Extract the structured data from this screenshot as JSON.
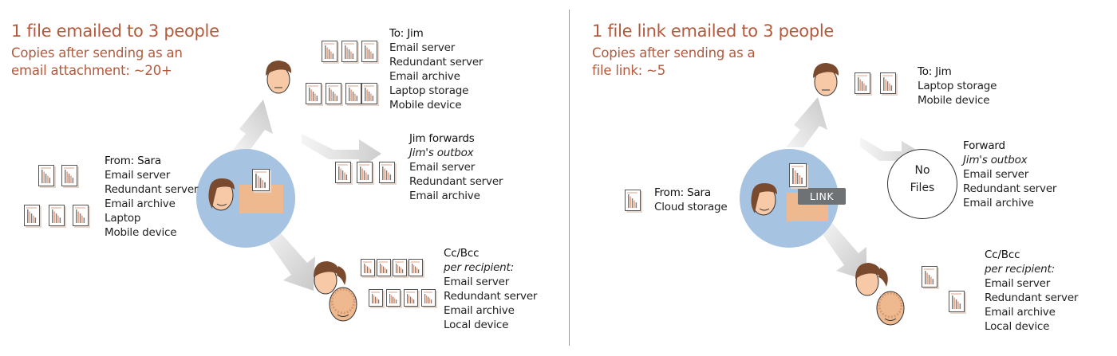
{
  "left": {
    "title": "1 file emailed to 3 people",
    "subtitle_line1": "Copies after sending as an",
    "subtitle_line2": "email attachment:  ~20+",
    "to_jim": {
      "heading": "To: Jim",
      "lines": [
        "Email server",
        "Redundant server",
        "Email archive",
        "Laptop storage",
        "Mobile device"
      ]
    },
    "jim_forwards": {
      "heading": "Jim forwards",
      "subheading": "Jim's outbox",
      "lines": [
        "Email server",
        "Redundant server",
        "Email archive"
      ]
    },
    "from_sara": {
      "heading": "From: Sara",
      "lines": [
        "Email server",
        "Redundant server",
        "Email archive",
        "Laptop",
        "Mobile device"
      ]
    },
    "cc_bcc": {
      "heading": "Cc/Bcc",
      "subheading": "per recipient:",
      "lines": [
        "Email server",
        "Redundant server",
        "Email archive",
        "Local device"
      ]
    }
  },
  "right": {
    "title": "1 file link emailed to 3 people",
    "subtitle_line1": "Copies after sending as a",
    "subtitle_line2": "file link:  ~5",
    "to_jim": {
      "heading": "To: Jim",
      "lines": [
        "Laptop storage",
        "Mobile device"
      ]
    },
    "forward": {
      "heading": "Forward",
      "subheading": "Jim's outbox",
      "lines": [
        "Email server",
        "Redundant server",
        "Email archive"
      ]
    },
    "no_files": {
      "line1": "No",
      "line2": "Files"
    },
    "link_badge": "LINK",
    "from_sara": {
      "heading": "From: Sara",
      "lines": [
        "Cloud storage"
      ]
    },
    "cc_bcc": {
      "heading": "Cc/Bcc",
      "subheading": "per recipient:",
      "lines": [
        "Email server",
        "Redundant server",
        "Email archive",
        "Local device"
      ]
    }
  },
  "colors": {
    "title": "#b45a3c",
    "circle": "#a6c3e2",
    "arrow": "#d3d3d3",
    "skin": "#f7c9a6",
    "hair": "#7a4a2e",
    "envelope": "#efb98f",
    "badge": "#6f7275"
  }
}
